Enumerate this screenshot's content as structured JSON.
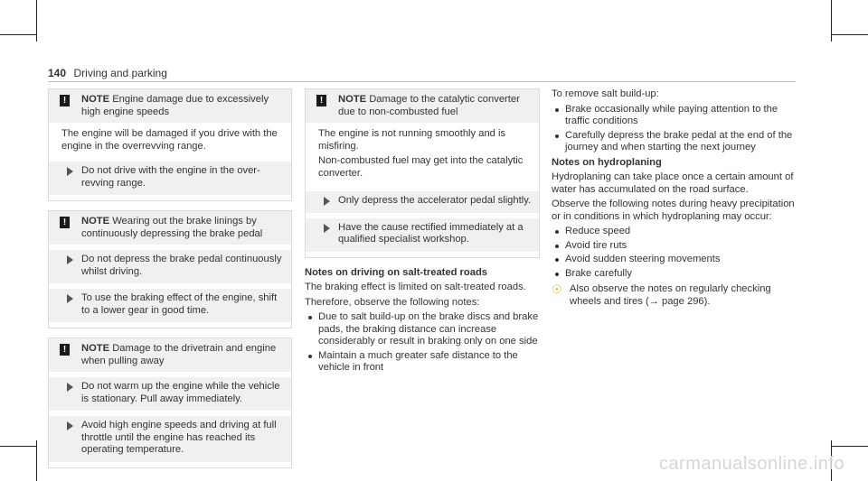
{
  "header": {
    "page_number": "140",
    "section_title": "Driving and parking"
  },
  "column1": {
    "notes": [
      {
        "label": "NOTE",
        "title": "Engine damage due to excessively high engine speeds",
        "text": "The engine will be damaged if you drive with the engine in the overrevving range.",
        "steps": [
          "Do not drive with the engine in the over-revving range."
        ]
      },
      {
        "label": "NOTE",
        "title": "Wearing out the brake linings by continuously depressing the brake pedal",
        "text": "",
        "steps": [
          "Do not depress the brake pedal continuously whilst driving.",
          "To use the braking effect of the engine, shift to a lower gear in good time."
        ]
      },
      {
        "label": "NOTE",
        "title": "Damage to the drivetrain and engine when pulling away",
        "text": "",
        "steps": [
          "Do not warm up the engine while the vehicle is stationary. Pull away immediately.",
          "Avoid high engine speeds and driving at full throttle until the engine has reached its operating temperature."
        ]
      }
    ]
  },
  "column2": {
    "note": {
      "label": "NOTE",
      "title": "Damage to the catalytic converter due to non-combusted fuel",
      "text1": "The engine is not running smoothly and is misfiring.",
      "text2": "Non-combusted fuel may get into the catalytic converter.",
      "steps": [
        "Only depress the accelerator pedal slightly.",
        "Have the cause rectified immediately at a qualified specialist workshop."
      ]
    },
    "salt_heading": "Notes on driving on salt-treated roads",
    "salt_text": "The braking effect is limited on salt-treated roads.",
    "salt_text2": "Therefore, observe the following notes:",
    "salt_bullets": [
      "Due to salt build-up on the brake discs and brake pads, the braking distance can increase considerably or result in braking only on one side",
      "Maintain a much greater safe distance to the vehicle in front"
    ]
  },
  "column3": {
    "remove_intro": "To remove salt build-up:",
    "remove_bullets": [
      "Brake occasionally while paying attention to the traffic conditions",
      "Carefully depress the brake pedal at the end of the journey and when starting the next journey"
    ],
    "hydro_heading": "Notes on hydroplaning",
    "hydro_text": "Hydroplaning can take place once a certain amount of water has accumulated on the road surface.",
    "hydro_text2": "Observe the following notes during heavy precipitation or in conditions in which hydroplaning may occur:",
    "hydro_bullets": [
      "Reduce speed",
      "Avoid tire ruts",
      "Avoid sudden steering movements",
      "Brake carefully"
    ],
    "tip": "Also observe the notes on regularly checking wheels and tires (→ page 296)."
  },
  "watermark": "carmanualsonline.info"
}
